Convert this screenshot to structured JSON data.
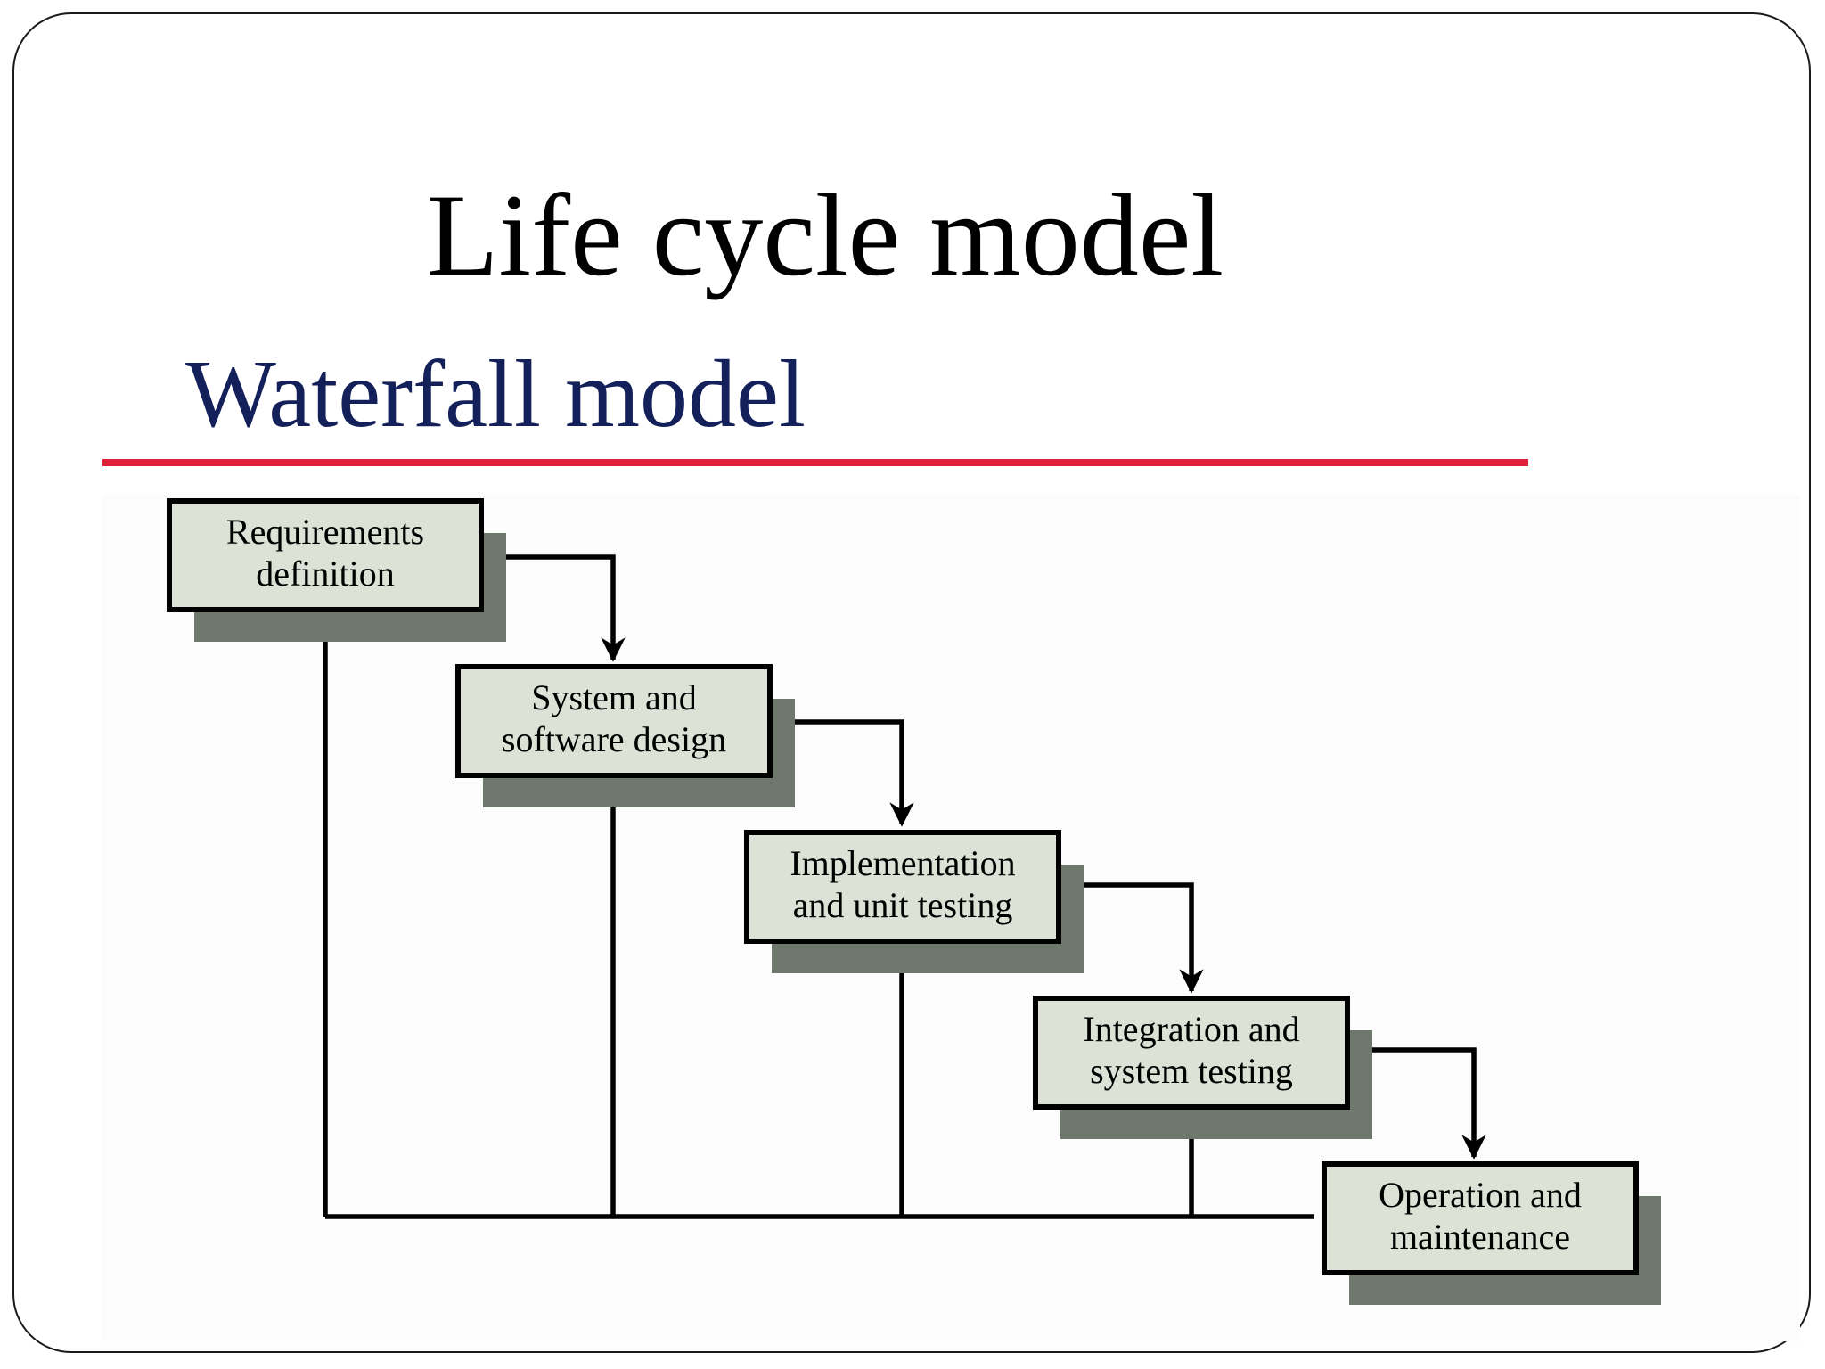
{
  "slide": {
    "title": "Life cycle model"
  },
  "figure": {
    "heading": "Waterfall model",
    "heading_color": "#14205a",
    "rule_color": "#e0203a",
    "box_fill": "#dce3d6",
    "shadow_color": "#6f786c",
    "stages": [
      {
        "id": "requirements",
        "lines": [
          "Requirements",
          "definition"
        ]
      },
      {
        "id": "design",
        "lines": [
          "System and",
          "software design"
        ]
      },
      {
        "id": "implementation",
        "lines": [
          "Implementation",
          "and unit testing"
        ]
      },
      {
        "id": "integration",
        "lines": [
          "Integration and",
          "system testing"
        ]
      },
      {
        "id": "operation",
        "lines": [
          "Operation and",
          "maintenance"
        ]
      }
    ]
  }
}
